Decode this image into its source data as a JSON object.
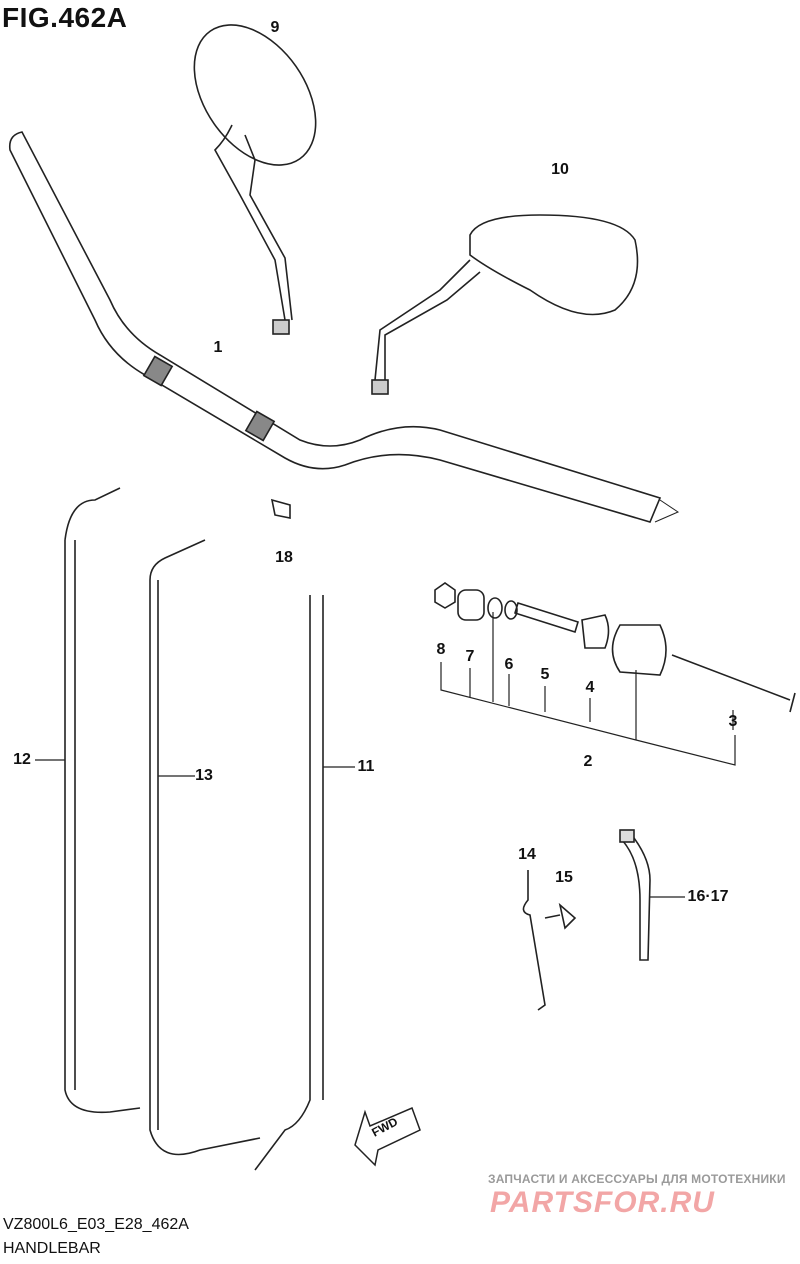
{
  "figure": {
    "title": "FIG.462A",
    "model_code": "VZ800L6_E03_E28_462A",
    "section": "HANDLEBAR"
  },
  "callouts": {
    "c1": "1",
    "c2": "2",
    "c3": "3",
    "c4": "4",
    "c5": "5",
    "c6": "6",
    "c7": "7",
    "c8": "8",
    "c9": "9",
    "c10": "10",
    "c11": "11",
    "c12": "12",
    "c13": "13",
    "c14": "14",
    "c15": "15",
    "c16_17": "16·17",
    "c18": "18"
  },
  "direction_arrow": {
    "label": "FWD"
  },
  "watermark": {
    "tagline": "ЗАПЧАСТИ И АКСЕССУАРЫ ДЛЯ МОТОТЕХНИКИ",
    "brand": "PARTSFOR.RU"
  }
}
